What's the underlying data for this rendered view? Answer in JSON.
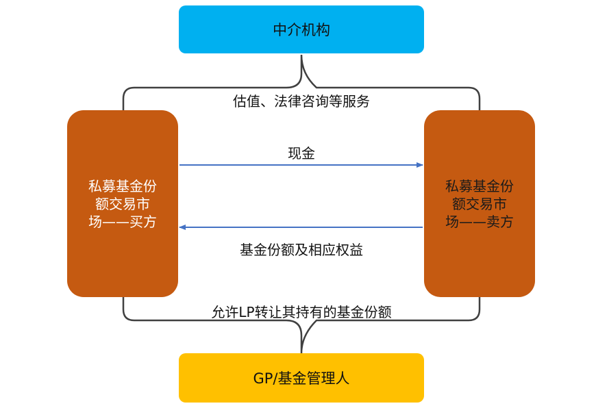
{
  "colors": {
    "intermediary": "#00B0F0",
    "gp": "#FFC000",
    "party": "#C55A11",
    "arrow": "#4472C4",
    "bracket": "#404040"
  },
  "nodes": {
    "intermediary": "中介机构",
    "buyer": "私募基金份\n额交易市\n场——买方",
    "seller": "私募基金份\n额交易市\n场——卖方",
    "gp": "GP/基金管理人"
  },
  "edges": {
    "intermediary_service": "估值、法律咨询等服务",
    "cash": "现金",
    "fund_shares": "基金份额及相应权益",
    "gp_permission": "允许LP转让其持有的基金份额"
  }
}
